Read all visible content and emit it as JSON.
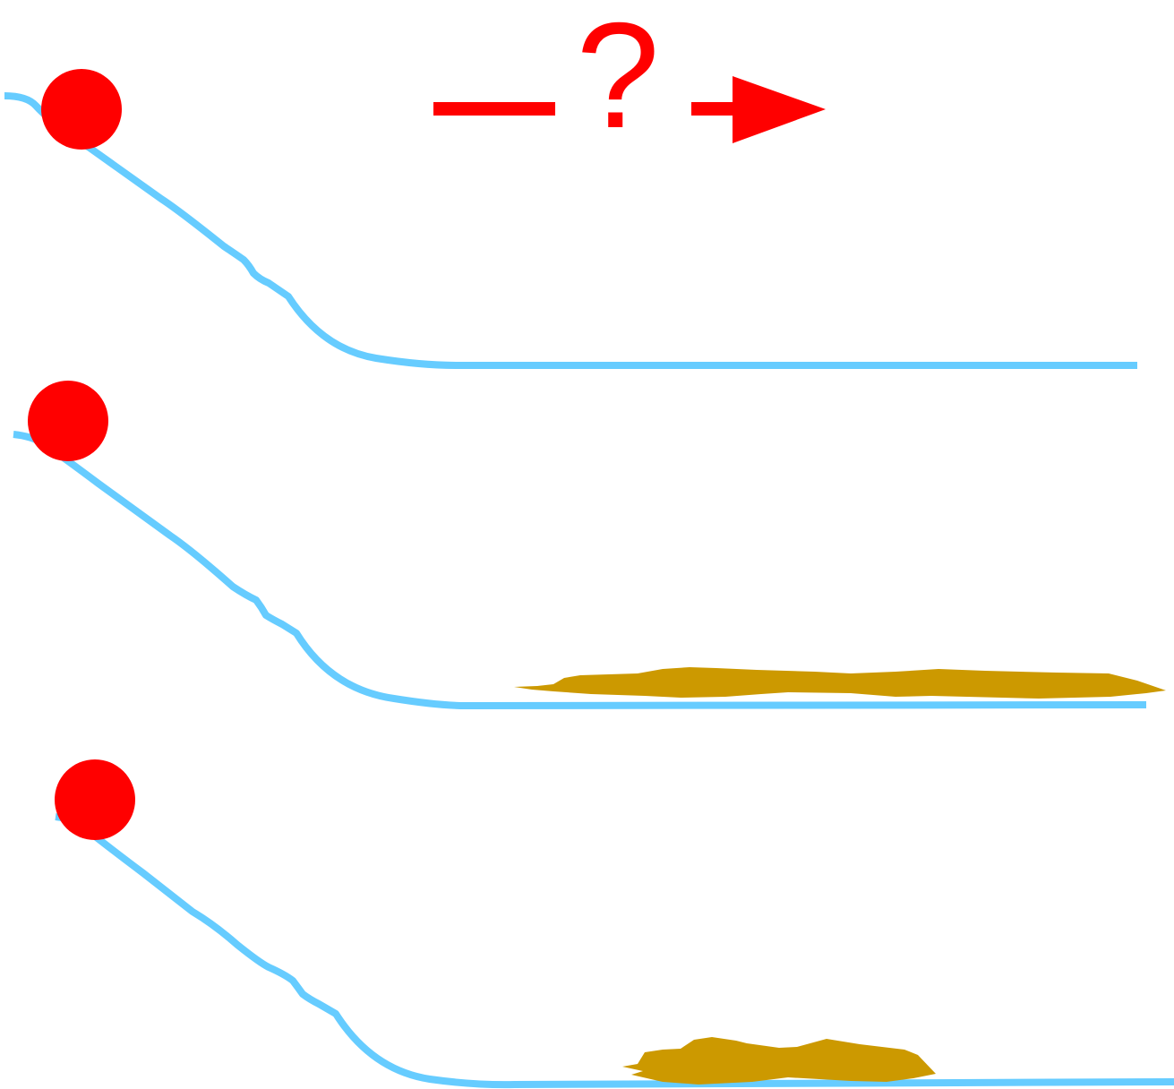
{
  "question_mark": "?",
  "colors": {
    "background": "#ffffff",
    "ball": "#ff0000",
    "track": "#66ccff",
    "arrow": "#ff0000",
    "question_mark": "#ff0000",
    "friction_patch": "#cc9900"
  },
  "scenes": [
    {
      "name": "no-friction",
      "has_friction_patch": false,
      "friction_patch_size": "none"
    },
    {
      "name": "long-rough-patch",
      "has_friction_patch": true,
      "friction_patch_size": "long"
    },
    {
      "name": "short-rough-patch",
      "has_friction_patch": true,
      "friction_patch_size": "short"
    }
  ]
}
